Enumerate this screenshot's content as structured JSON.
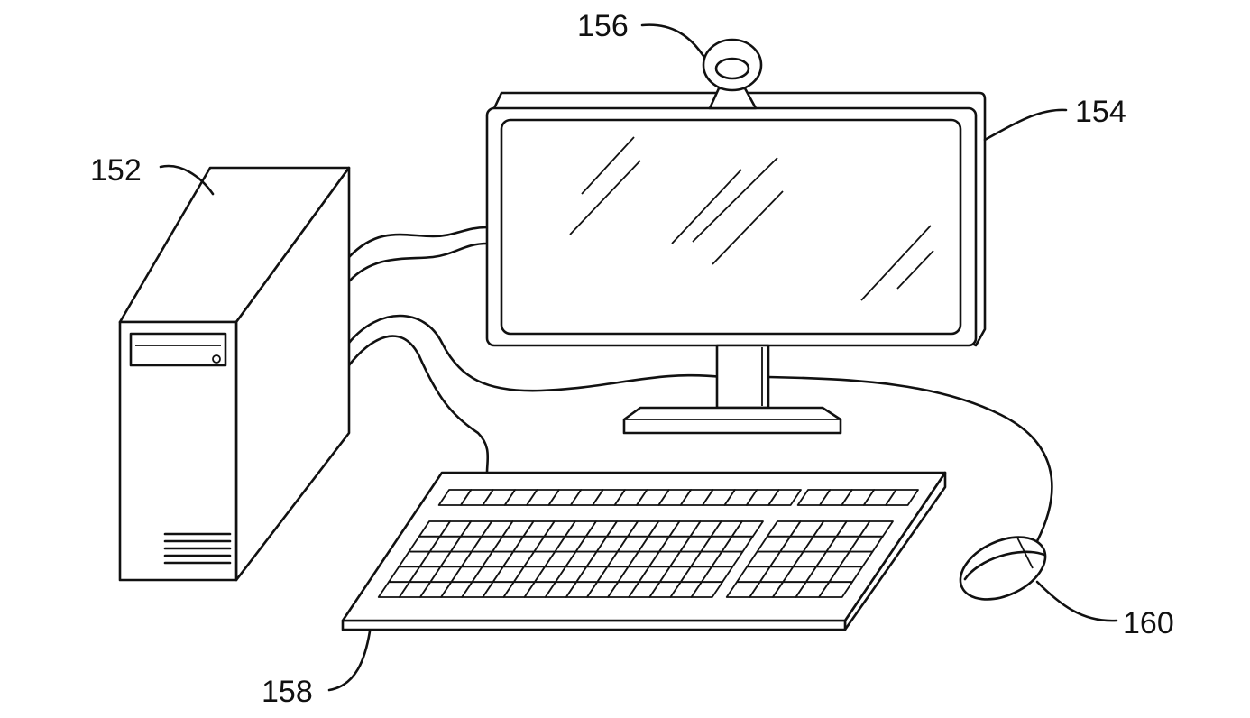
{
  "figure": {
    "labels": {
      "computer_tower": "152",
      "monitor": "154",
      "webcam": "156",
      "keyboard": "158",
      "mouse": "160"
    },
    "keyboard": {
      "function_row_keys": 16,
      "function_row_right_keys": 5,
      "main_rows": 5,
      "main_cols": 16,
      "numpad_cols": 5
    },
    "line_color": "#111111"
  }
}
